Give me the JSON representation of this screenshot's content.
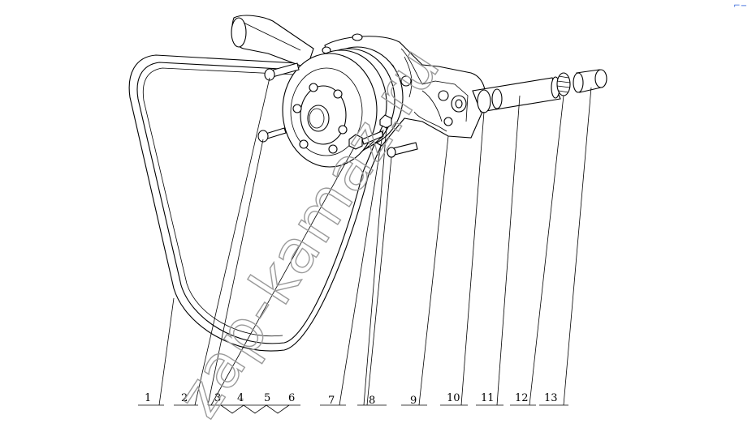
{
  "callouts": [
    "1",
    "2",
    "3",
    "4",
    "5",
    "6",
    "7",
    "8",
    "9",
    "10",
    "11",
    "12",
    "13"
  ],
  "watermark": "zap-kamaz.ru",
  "corner_mark": "⌐−"
}
